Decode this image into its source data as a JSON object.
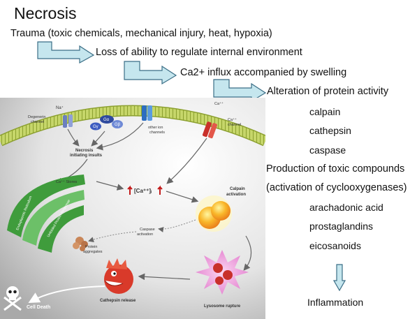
{
  "slide": {
    "title": "Necrosis",
    "trauma": "Trauma (toxic chemicals, mechanical injury, heat, hypoxia)",
    "step1": "Loss of ability to regulate internal environment",
    "step2": "Ca2+ influx accompanied by swelling",
    "step3": "Alteration of protein activity",
    "enzymes": [
      "calpain",
      "cathepsin",
      "caspase"
    ],
    "toxic_line1": "Production of toxic compounds",
    "toxic_line2": "(activation of cyclooxygenases)",
    "compounds": [
      "arachadonic acid",
      "prostaglandins",
      "eicosanoids"
    ],
    "outcome": "Inflammation"
  },
  "figure": {
    "na_label": "Na⁺",
    "degenerin_line1": "Degenerin",
    "degenerin_line2": "channel",
    "g_alpha": "Gα",
    "g_beta": "Gβ",
    "g_gamma": "Gγ",
    "other_ion_line1": "other ion",
    "other_ion_line2": "channels",
    "ca_top1": "Ca⁺⁺",
    "ca_top2": "Ca⁺⁺",
    "ca_channel_line1": "Ca⁺⁺",
    "ca_channel_line2": "channel",
    "necrosis_line1": "Necrosis",
    "necrosis_line2": "initiating insults",
    "ca_stores": "Ca⁺⁺ Stores",
    "er_label": "Endoplasmic Reticulum",
    "upr_label": "Unfolded Protein Response",
    "ca_i": "[Ca⁺⁺]ᵢ",
    "calpain_line1": "Calpain",
    "calpain_line2": "activation",
    "caspase_line1": "Caspase",
    "caspase_line2": "activation",
    "protein_line1": "Protein",
    "protein_line2": "aggregates",
    "cathepsin_release": "Cathepsin release",
    "lysosome_rupture": "Lysosome rupture",
    "cell_death": "Cell Death",
    "colors": {
      "membrane": "#a5b83a",
      "er_green": "#4fae4a",
      "calpain_orange": "#f5a21a",
      "lysosome_pink": "#e88ad4",
      "cathepsin_red": "#d93a2a",
      "elbow_fill": "#c5e6ee"
    }
  }
}
